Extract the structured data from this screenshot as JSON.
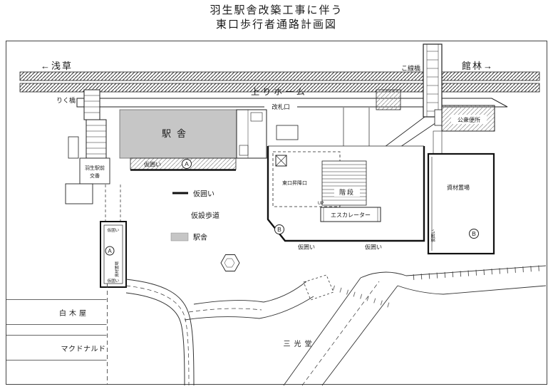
{
  "title": {
    "line1": "羽生駅舎改築工事に伴う",
    "line2": "東口歩行者通路計画図"
  },
  "directions": {
    "west": "←浅草",
    "east": "館林→"
  },
  "railway": {
    "overpass": "こ線橋",
    "up_platform": "上りホーム",
    "riku_bridge": "りく橋",
    "ticket_gate": "改札口"
  },
  "legend": {
    "fence": "仮囲い",
    "temp_walkway": "仮設歩道",
    "station": "駅舎"
  },
  "station": {
    "label": "駅舎"
  },
  "east_exit": {
    "entrance": "東口昇降口",
    "stairs": "階段",
    "escalator": "エスカレーター",
    "up": "UP"
  },
  "facilities": {
    "police_box_line1": "羽生駅前",
    "police_box_line2": "交番",
    "public_toilet": "公衆便所",
    "material_storage": "資材置場"
  },
  "shops": {
    "shirakiya": "白木屋",
    "mcdonalds": "マクドナルド",
    "sankodo": "三光堂"
  },
  "markers": {
    "a": "A",
    "b": "B",
    "fence": "仮囲い"
  },
  "colors": {
    "station_fill": "#c6c6c6",
    "line": "#222222"
  }
}
